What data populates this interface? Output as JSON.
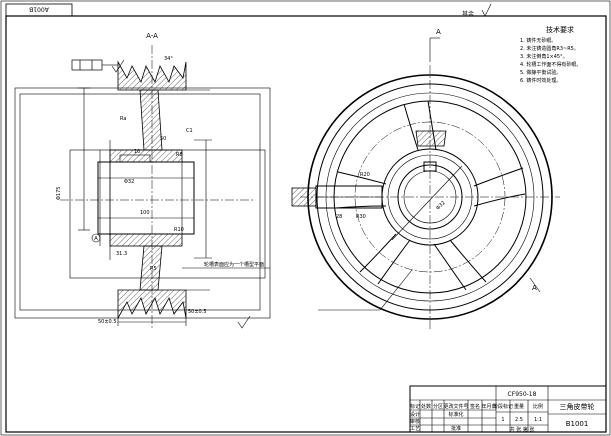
{
  "drawing": {
    "number_tag": "A001B",
    "drawing_code": "B1001",
    "model": "CF950-18",
    "part_name": "三角皮带轮",
    "quantity": "1",
    "weight": "2.5",
    "scale": "1:1"
  },
  "views": {
    "section_label": "A-A",
    "section_letter_top": "A",
    "section_letter_bottom": "A",
    "roughness_note": "其余"
  },
  "notes": {
    "title": "技术要求",
    "lines": [
      "1. 铸件无砂眼。",
      "2. 未注铸造圆角R3~R5。",
      "3. 未注倒角1×45°。",
      "4. 轮槽工作面不得有砂眼。",
      "5. 做静平衡试验。",
      "6. 铸件时效处理。"
    ]
  },
  "dimensions": {
    "hub_diameter": "Φ175",
    "bore": "Φ32",
    "keyway_width": "10",
    "groove_angle": "34°",
    "hub_width": "100",
    "rim_width": "50",
    "chamfer": "C1",
    "wall": "R8",
    "pitch": "Ra",
    "web_r1": "R10",
    "web_r2": "R5",
    "web_r3": "R20",
    "spoke_r": "R30",
    "rim_label": "31.3",
    "cut_size": "28",
    "bottom_left": "50±0.5",
    "bottom_right": "50±0.5"
  },
  "callouts": {
    "finish_note": "轮槽表面应为一个槽型平面"
  },
  "title_block": {
    "revision_headers": [
      "标记",
      "处数",
      "分区",
      "更改文件号",
      "签名",
      "年月日"
    ],
    "role_labels": [
      "设计",
      "审核",
      "工艺",
      "批准"
    ],
    "standardization": "标准化",
    "stage_headers": [
      "阶段标记",
      "重量",
      "比例"
    ],
    "sheet_label": "共 张 第 张"
  }
}
